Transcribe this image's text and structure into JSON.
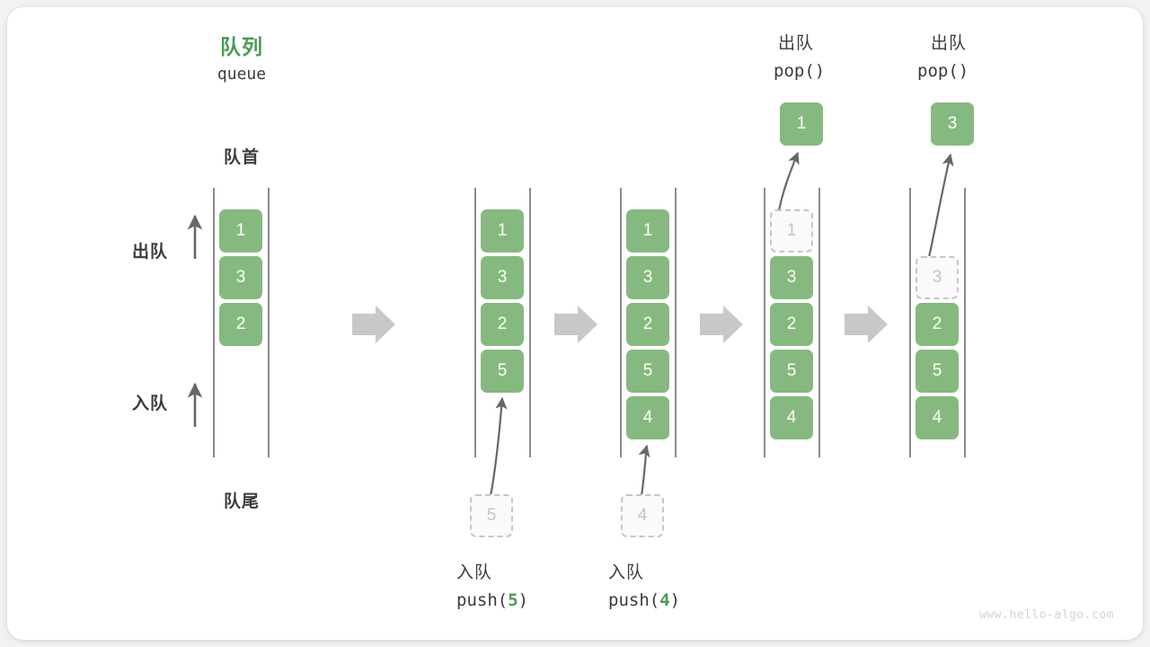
{
  "diagram": {
    "title_cn": "队列",
    "title_en": "queue",
    "front_label": "队首",
    "rear_label": "队尾",
    "dequeue_label": "出队",
    "enqueue_label": "入队",
    "watermark": "www.hello-algo.com",
    "accent_color": "#4a9b54",
    "element_color": "#86b97f",
    "ghost_color": "#c3c3c3",
    "arrow_color": "#c8c8c8"
  },
  "stages": [
    {
      "name": "initial",
      "cells": [
        {
          "value": "1",
          "state": "filled"
        },
        {
          "value": "3",
          "state": "filled"
        },
        {
          "value": "2",
          "state": "filled"
        }
      ]
    },
    {
      "name": "after-push-5",
      "cells": [
        {
          "value": "1",
          "state": "filled"
        },
        {
          "value": "3",
          "state": "filled"
        },
        {
          "value": "2",
          "state": "filled"
        },
        {
          "value": "5",
          "state": "filled"
        }
      ]
    },
    {
      "name": "after-push-4",
      "cells": [
        {
          "value": "1",
          "state": "filled"
        },
        {
          "value": "3",
          "state": "filled"
        },
        {
          "value": "2",
          "state": "filled"
        },
        {
          "value": "5",
          "state": "filled"
        },
        {
          "value": "4",
          "state": "filled"
        }
      ]
    },
    {
      "name": "pop-1",
      "cells": [
        {
          "value": "1",
          "state": "ghost"
        },
        {
          "value": "3",
          "state": "filled"
        },
        {
          "value": "2",
          "state": "filled"
        },
        {
          "value": "5",
          "state": "filled"
        },
        {
          "value": "4",
          "state": "filled"
        }
      ]
    },
    {
      "name": "pop-3",
      "cells": [
        {
          "value": "",
          "state": "empty"
        },
        {
          "value": "3",
          "state": "ghost"
        },
        {
          "value": "2",
          "state": "filled"
        },
        {
          "value": "5",
          "state": "filled"
        },
        {
          "value": "4",
          "state": "filled"
        }
      ]
    }
  ],
  "push_ops": [
    {
      "label_cn": "入队",
      "code_prefix": "push(",
      "code_value": "5",
      "code_suffix": ")",
      "pending_value": "5"
    },
    {
      "label_cn": "入队",
      "code_prefix": "push(",
      "code_value": "4",
      "code_suffix": ")",
      "pending_value": "4"
    }
  ],
  "pop_ops": [
    {
      "label_cn": "出队",
      "code": "pop()",
      "popped_value": "1"
    },
    {
      "label_cn": "出队",
      "code": "pop()",
      "popped_value": "3"
    }
  ]
}
